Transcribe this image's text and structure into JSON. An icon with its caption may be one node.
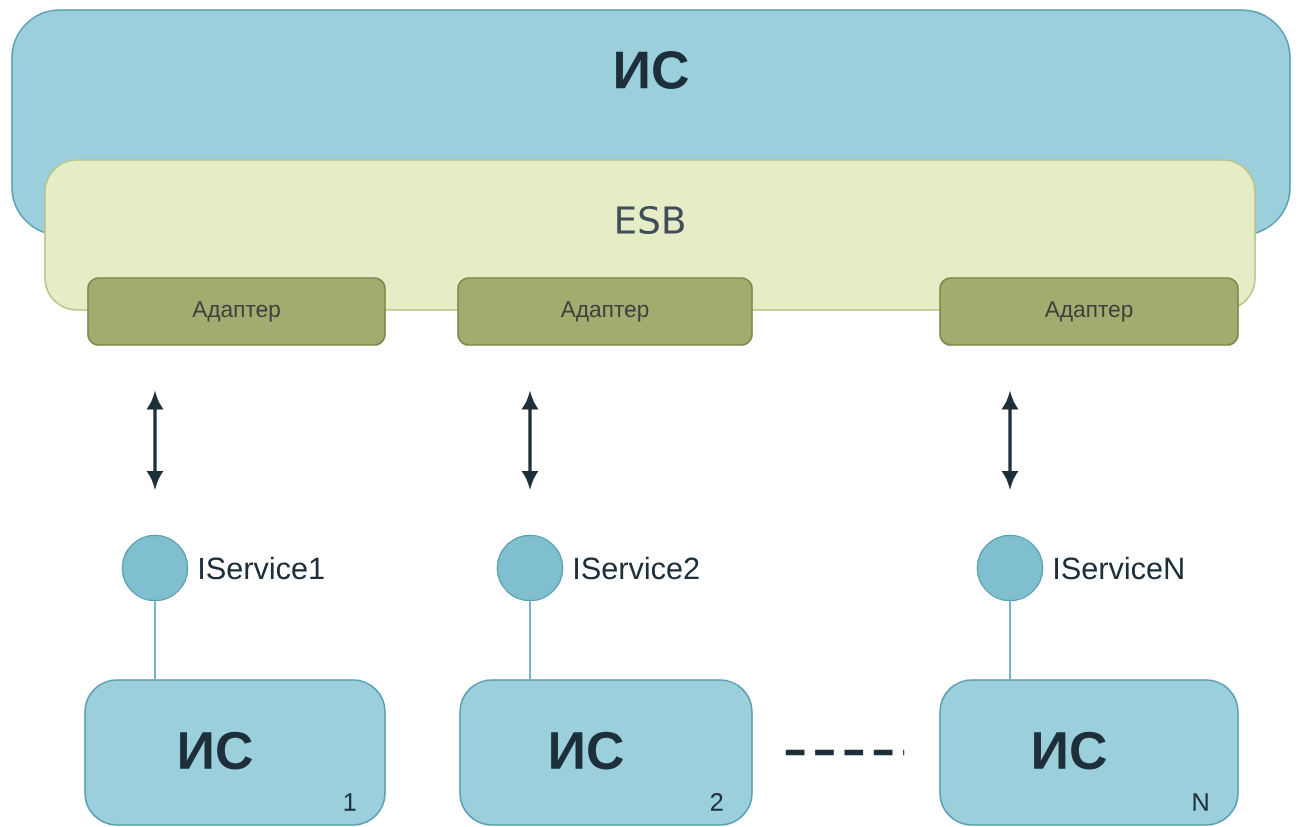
{
  "diagram": {
    "nodes": [
      {
        "text": [
          "ИС"
        ]
      },
      {
        "text": [
          "ESB"
        ]
      },
      {
        "text": [
          "Адаптер"
        ]
      },
      {
        "text": [
          "Адаптер"
        ]
      },
      {
        "text": [
          "Адаптер"
        ]
      },
      {
        "text": [],
        "shape": "circle",
        "beside": [
          "IService1"
        ]
      },
      {
        "text": [],
        "shape": "circle",
        "beside": [
          "IService2"
        ]
      },
      {
        "text": [],
        "shape": "circle",
        "beside": [
          "IServiceN"
        ]
      },
      {
        "text": [
          "ИС",
          "1"
        ]
      },
      {
        "text": [
          "ИС",
          "2"
        ]
      },
      {
        "text": [
          "ИС",
          "N"
        ]
      }
    ],
    "edges": [
      {
        "from": 2,
        "to": 5,
        "arrow": "both"
      },
      {
        "from": 3,
        "to": 6,
        "arrow": "both"
      },
      {
        "from": 4,
        "to": 7,
        "arrow": "both"
      },
      {
        "from": 5,
        "to": 8,
        "arrow": "none",
        "color": "#5a9fb5"
      },
      {
        "from": 6,
        "to": 9,
        "arrow": "none",
        "color": "#5a9fb5"
      },
      {
        "from": 7,
        "to": 10,
        "arrow": "none",
        "color": "#5a9fb5"
      },
      {
        "from": 9,
        "to": 10,
        "arrow": "none",
        "style": "dashed"
      }
    ]
  }
}
